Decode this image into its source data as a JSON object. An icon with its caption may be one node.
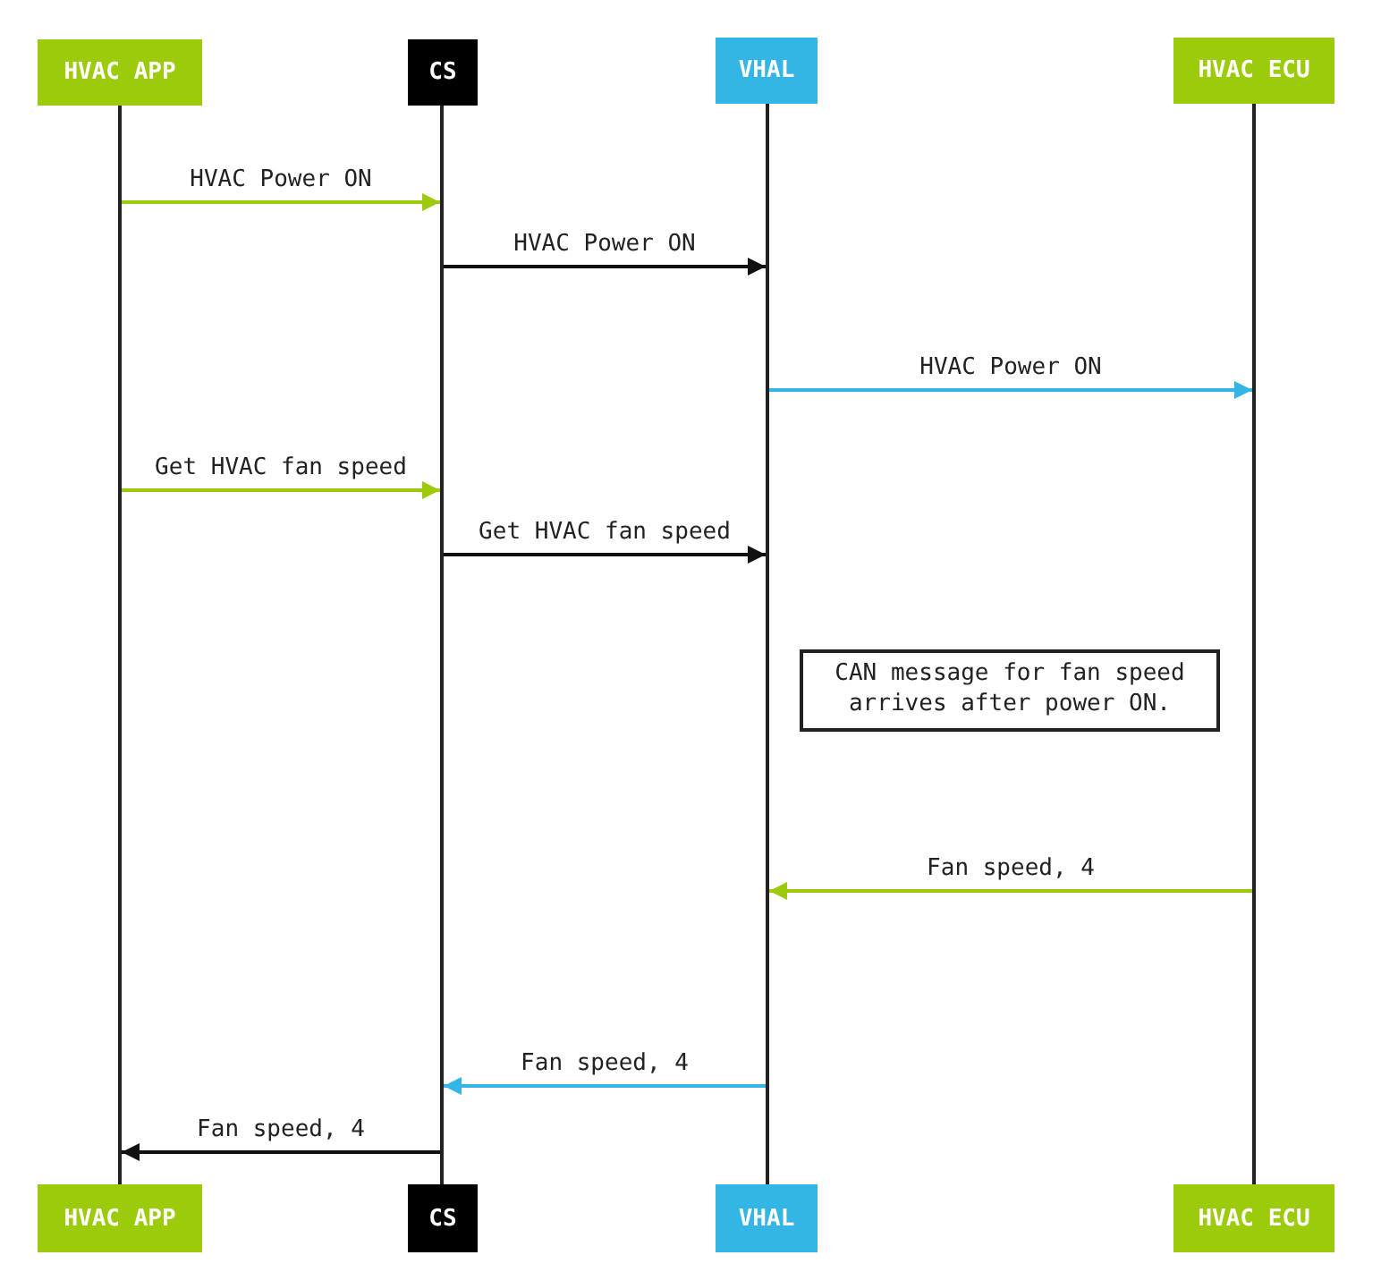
{
  "diagram": {
    "nodes": [
      {
        "text": [
          "HVAC APP"
        ]
      },
      {
        "text": [
          "CS"
        ]
      },
      {
        "text": [
          "VHAL"
        ]
      },
      {
        "text": [
          "HVAC ECU"
        ]
      },
      {
        "text": [
          "HVAC APP"
        ]
      },
      {
        "text": [
          "CS"
        ]
      },
      {
        "text": [
          "VHAL"
        ]
      },
      {
        "text": [
          "HVAC ECU"
        ]
      },
      {
        "text": [],
        "shape": "bar"
      },
      {
        "text": [],
        "shape": "bar"
      },
      {
        "text": [],
        "shape": "bar"
      },
      {
        "text": [],
        "shape": "bar"
      },
      {
        "text": [
          "CAN message for fan speed arrives after power ON."
        ]
      }
    ],
    "edges": [
      {
        "from": 8,
        "to": 9,
        "arrow": "to",
        "label": "HVAC Power ON",
        "color": "#9bcb0a"
      },
      {
        "from": 9,
        "to": 10,
        "arrow": "to",
        "label": "HVAC Power ON",
        "color": "#111111"
      },
      {
        "from": 10,
        "to": 11,
        "arrow": "to",
        "label": "HVAC Power ON",
        "color": "#33b5e5"
      },
      {
        "from": 8,
        "to": 9,
        "arrow": "to",
        "label": "Get HVAC fan speed",
        "color": "#9bcb0a"
      },
      {
        "from": 9,
        "to": 10,
        "arrow": "to",
        "label": "Get HVAC fan speed",
        "color": "#111111"
      },
      {
        "from": 11,
        "to": 10,
        "arrow": "to",
        "label": "Fan speed, 4",
        "color": "#9bcb0a"
      },
      {
        "from": 10,
        "to": 9,
        "arrow": "to",
        "label": "Fan speed, 4",
        "color": "#33b5e5"
      },
      {
        "from": 9,
        "to": 8,
        "arrow": "to",
        "label": "Fan speed, 4",
        "color": "#111111"
      }
    ]
  }
}
